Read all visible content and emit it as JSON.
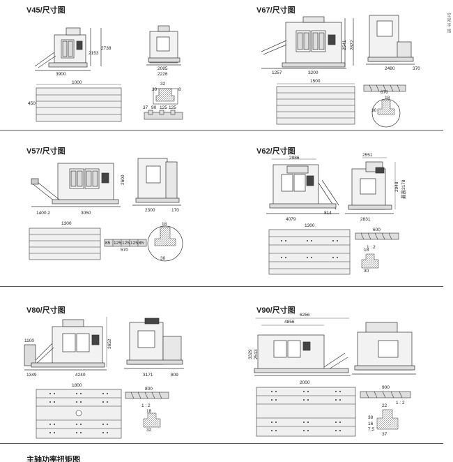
{
  "side_mark": "空 规 字 格",
  "sections": {
    "v45": {
      "title": "V45/尺寸图",
      "dims": {
        "d2738": "2738",
        "d2153": "2153",
        "d3900": "3900",
        "d2085": "2085",
        "d2226": "2226",
        "d1000": "1000",
        "d450": "450",
        "d32": "32",
        "d30": "30",
        "d8": "8",
        "d37": "37",
        "d90a": "90",
        "d125a": "125",
        "d125b": "125"
      }
    },
    "v67": {
      "title": "V67/尺寸图",
      "dims": {
        "d2541": "2541",
        "d2872": "2872",
        "d1257": "1257",
        "d3200": "3200",
        "d2480": "2480",
        "d370": "370",
        "d1500": "1500",
        "d670": "670",
        "d18": "18",
        "d30": "30"
      }
    },
    "v57": {
      "title": "V57/尺寸图",
      "dims": {
        "d2600": "2600",
        "d1400": "1400.2",
        "d3050": "3050",
        "d2300": "2300",
        "d170": "170",
        "d1300": "1300",
        "d570": "570",
        "d18": "18",
        "d30": "30",
        "d85": "85",
        "d125a": "125",
        "d125b": "125",
        "d125c": "125",
        "d85b": "85"
      }
    },
    "v62": {
      "title": "V62/尺寸图",
      "dims": {
        "d2986": "2986",
        "d2551": "2551",
        "d2948": "2948",
        "d3178": "最高3178",
        "d4079": "4079",
        "d814": "814",
        "d2831": "2831",
        "d1300": "1300",
        "d600": "600",
        "d18": "18",
        "d30": "30",
        "d12": "1 : 2"
      }
    },
    "v80": {
      "title": "V80/尺寸图",
      "dims": {
        "d1100": "1100",
        "d3652": "3652",
        "d1349": "1349",
        "d4240": "4240",
        "d3171": "3171",
        "d809": "809",
        "d1800": "1800",
        "d800": "800",
        "d12": "1 : 2",
        "d18": "18",
        "d32": "32"
      }
    },
    "v90": {
      "title": "V90/尺寸图",
      "dims": {
        "d6256": "6256",
        "d4856": "4856",
        "d3329": "3329",
        "d2513": "2513",
        "d2000": "2000",
        "d900": "900",
        "d12": "1 : 2",
        "d22": "22",
        "d37": "37",
        "d38": "38",
        "d16": "16",
        "d7": "7.5"
      }
    }
  },
  "bottom_title": "主轴功率扭矩图"
}
